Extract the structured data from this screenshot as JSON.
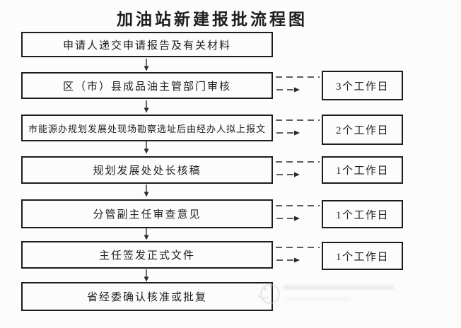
{
  "title": "加油站新建报批流程图",
  "flow": {
    "steps": [
      {
        "label": "申请人递交申请报告及有关材料"
      },
      {
        "label": "区（市）县成品油主管部门审核",
        "duration": "3个工作日"
      },
      {
        "label": "市能源办规划发展处现场勘察选址后由经办人拟上报文",
        "duration": "2个工作日"
      },
      {
        "label": "规划发展处处长核稿",
        "duration": "1个工作日"
      },
      {
        "label": "分管副主任审查意见",
        "duration": "1个工作日"
      },
      {
        "label": "主任签发正式文件",
        "duration": "1个工作日"
      },
      {
        "label": "省经委确认核准或批复"
      }
    ]
  },
  "icons": {
    "down_arrow": "down-arrow-icon",
    "dashed_connector": "dashed-arrow-right-icon"
  },
  "colors": {
    "ink": "#1e1e1e",
    "box_border": "#1d1d1d",
    "background": "#fcfcfc",
    "watermark": "#d5cdd8"
  }
}
